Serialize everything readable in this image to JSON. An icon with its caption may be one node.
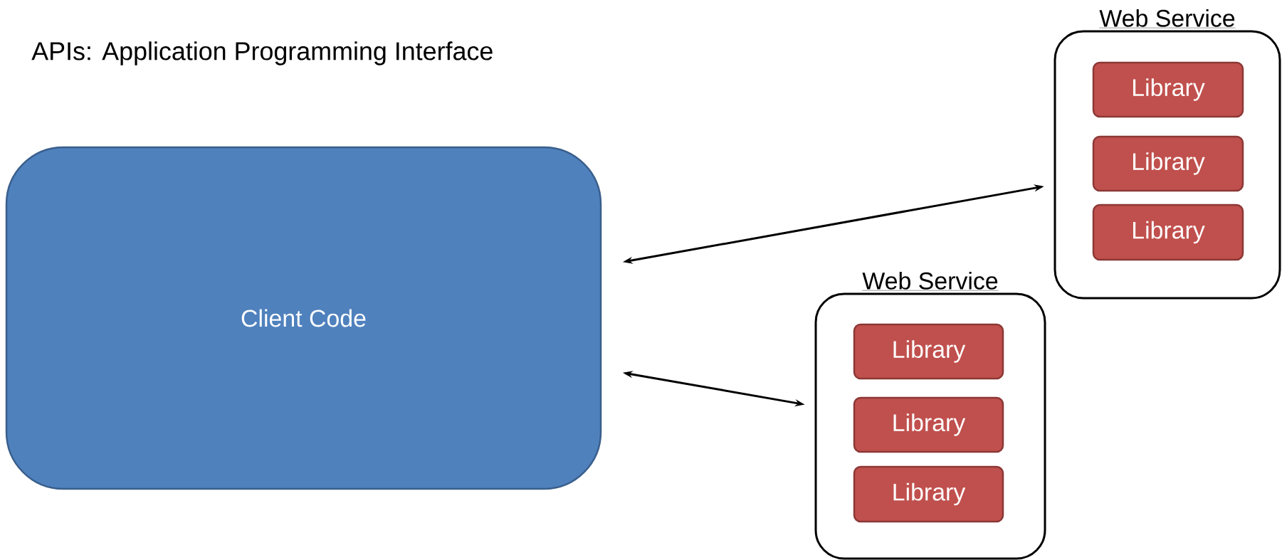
{
  "diagram": {
    "nodes": [
      {
        "text": [
          "Client Code"
        ]
      },
      {
        "text": [
          "Web Service"
        ]
      },
      {
        "text": [
          "Library"
        ],
        "in": 1
      },
      {
        "text": [
          "Library"
        ],
        "in": 1
      },
      {
        "text": [
          "Library"
        ],
        "in": 1
      },
      {
        "text": [
          "Web Service"
        ]
      },
      {
        "text": [
          "Library"
        ],
        "in": 5
      },
      {
        "text": [
          "Library"
        ],
        "in": 5
      },
      {
        "text": [
          "Library"
        ],
        "in": 5
      }
    ],
    "edges": [
      {
        "from": 0,
        "to": 1,
        "arrow": "both"
      },
      {
        "from": 0,
        "to": 5,
        "arrow": "both"
      }
    ],
    "labels": [
      "APIs: Application Programming Interface"
    ]
  }
}
